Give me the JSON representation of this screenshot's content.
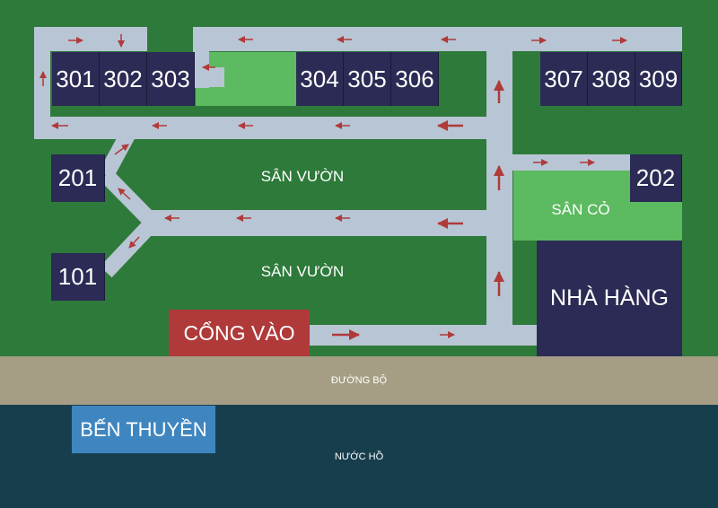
{
  "rooms": {
    "r301": "301",
    "r302": "302",
    "r303": "303",
    "r304": "304",
    "r305": "305",
    "r306": "306",
    "r307": "307",
    "r308": "308",
    "r309": "309",
    "r201": "201",
    "r202": "202",
    "r101": "101"
  },
  "areas": {
    "garden_upper": "SÂN VƯỜN",
    "garden_lower": "SÂN VƯỜN",
    "lawn": "SÂN CỎ",
    "restaurant": "NHÀ HÀNG",
    "gate": "CỔNG VÀO",
    "road": "ĐƯỜNG BỘ",
    "wharf": "BẾN THUYỀN",
    "lake": "NƯỚC HỒ"
  },
  "colors": {
    "grass": "#2e7a3a",
    "lawn": "#5cba60",
    "path": "#b8c5d4",
    "building": "#2b2b55",
    "gate": "#b03a3a",
    "road": "#a59e84",
    "lake": "#173e4c",
    "wharf": "#3f86c0",
    "arrow": "#b03a3a"
  },
  "icons": [
    "direction-arrow-icon"
  ]
}
